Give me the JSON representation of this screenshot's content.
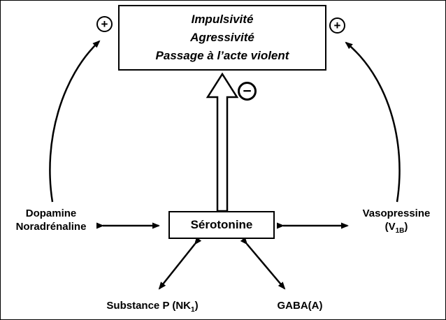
{
  "diagram": {
    "top_box": {
      "lines": [
        "Impulsivité",
        "Agressivité",
        "Passage à l’acte violent"
      ]
    },
    "signs": {
      "plus_left": "+",
      "plus_right": "+",
      "minus": "−"
    },
    "serotonin_box": {
      "label": "Sérotonine"
    },
    "left_node": {
      "line1": "Dopamine",
      "line2": "Noradrénaline"
    },
    "right_node": {
      "line1": "Vasopressine",
      "line2_pre": "(V",
      "line2_sub": "1B",
      "line2_post": ")"
    },
    "bottom_left_node": {
      "pre": "Substance P (NK",
      "sub": "1",
      "post": ")"
    },
    "bottom_right_node": {
      "label": "GABA(A)"
    }
  }
}
